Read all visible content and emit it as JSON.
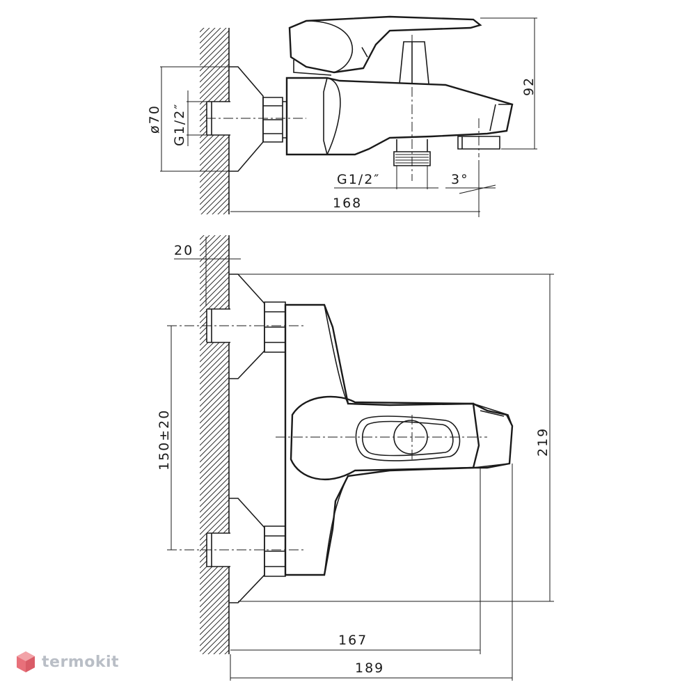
{
  "dimensions": {
    "side_diameter": "ø70",
    "side_thread": "G1/2″",
    "side_height": "92",
    "outlet_thread": "G1/2″",
    "angle": "3°",
    "side_length": "168",
    "wall_offset": "20",
    "centers": "150±20",
    "front_height": "219",
    "front_length_inner": "167",
    "front_length_total": "189"
  },
  "brand": {
    "name": "termokit",
    "logo_color": "#e8707a",
    "text_color": "#b9bec6"
  }
}
